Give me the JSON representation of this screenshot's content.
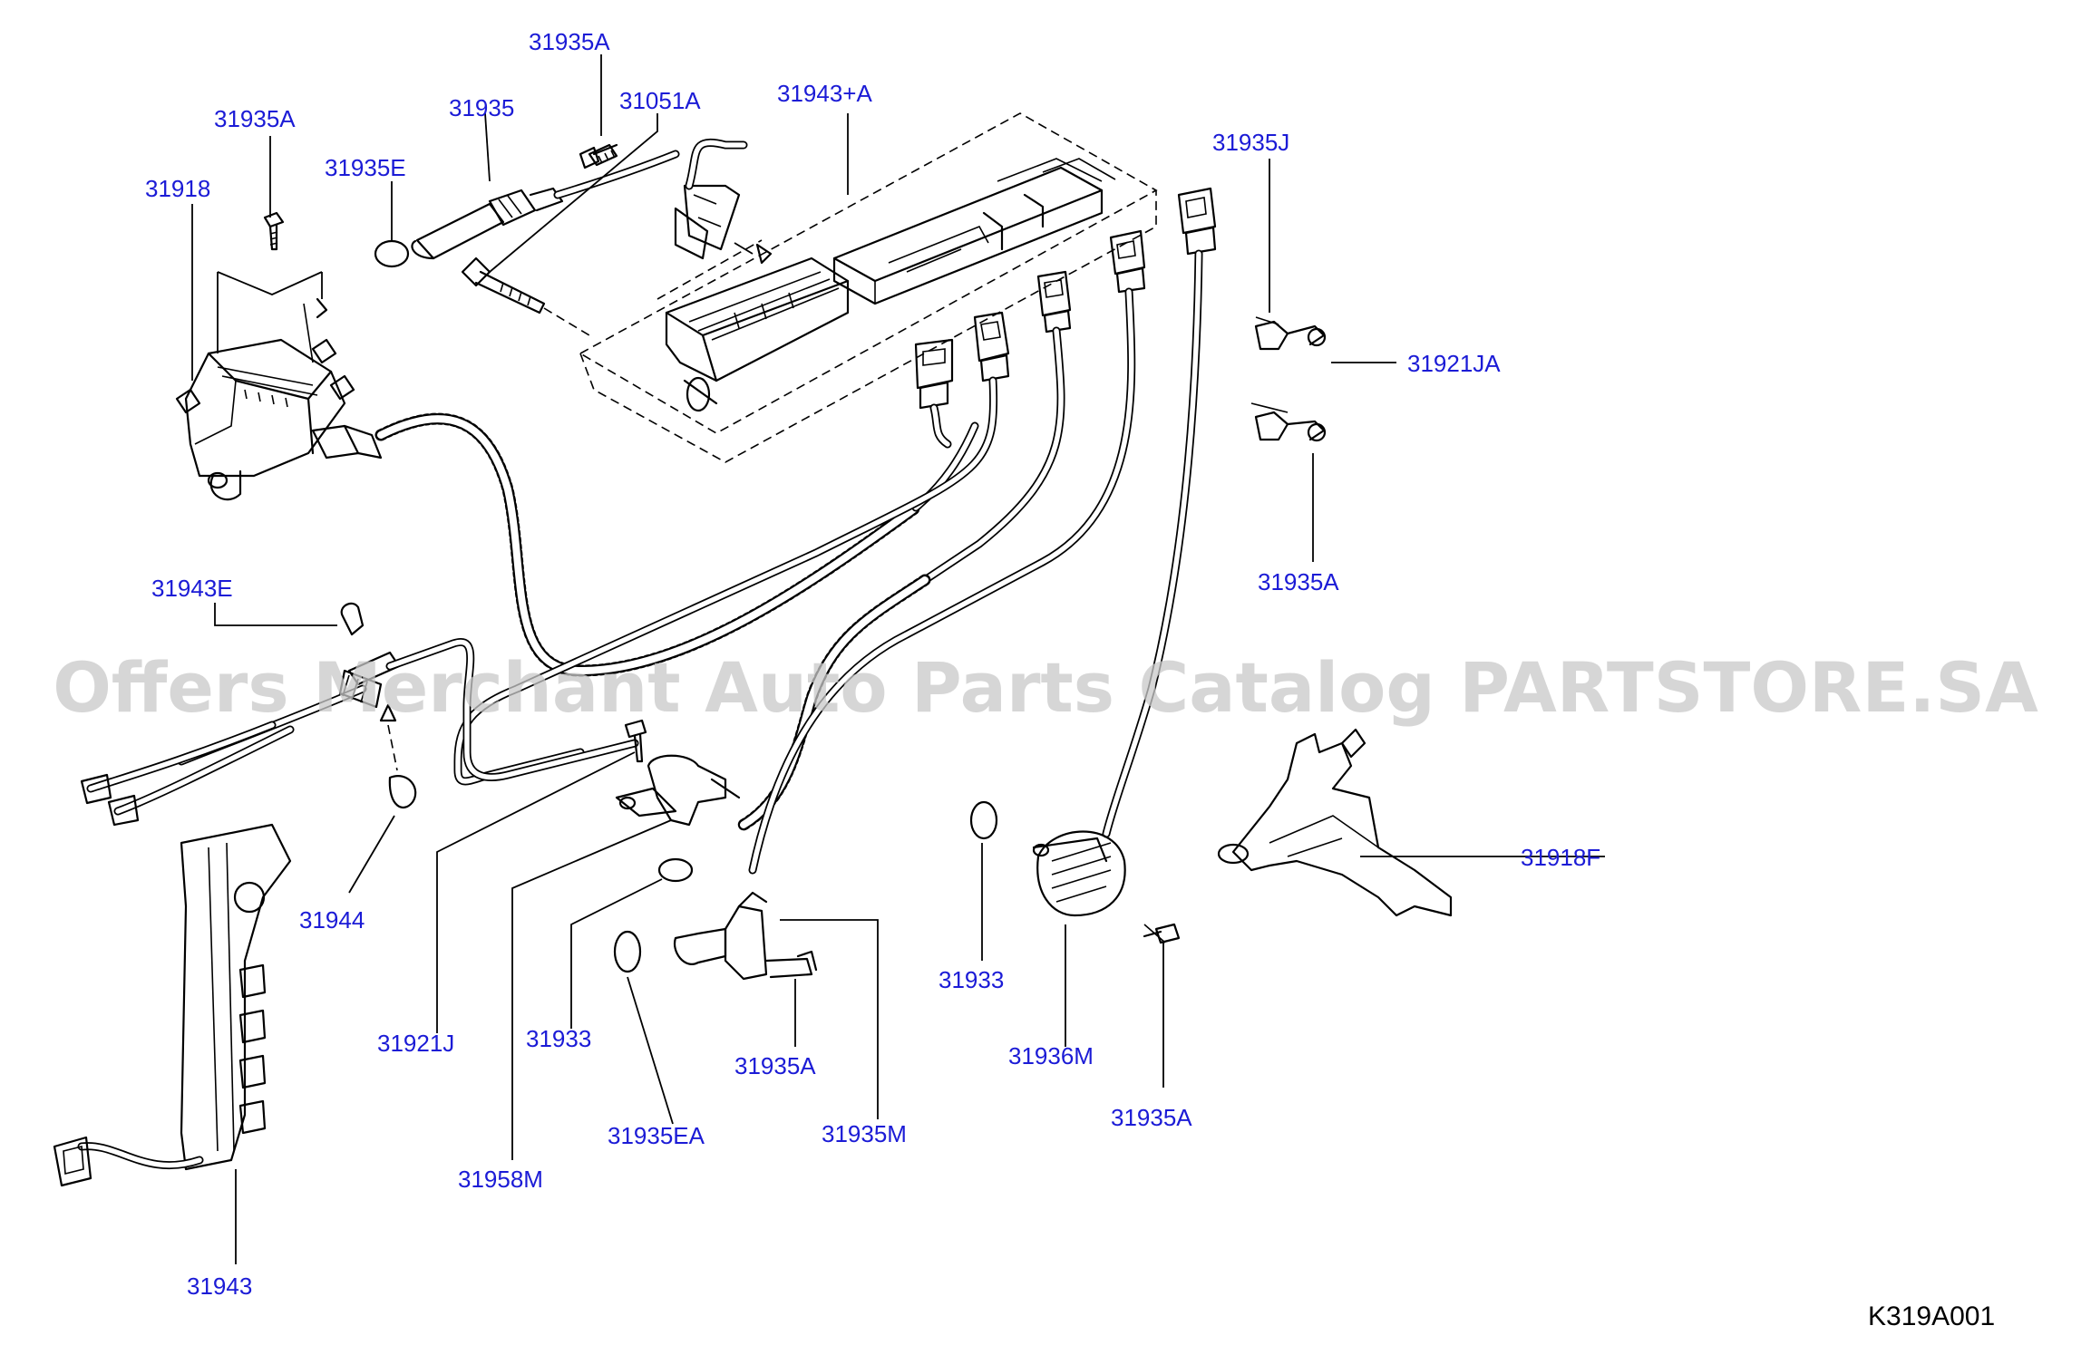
{
  "colors": {
    "label": "#1b1bd6",
    "line": "#000000",
    "watermark": "#c8c8c8",
    "background": "#ffffff"
  },
  "watermark": "Offers Merchant Auto Parts Catalog PARTSTORE.SA",
  "diagram_code": "K319A001",
  "labels": [
    {
      "id": "31935A-top",
      "text": "31935A"
    },
    {
      "id": "31935",
      "text": "31935"
    },
    {
      "id": "31051A",
      "text": "31051A"
    },
    {
      "id": "31943+A",
      "text": "31943+A"
    },
    {
      "id": "31935A-left",
      "text": "31935A"
    },
    {
      "id": "31935E",
      "text": "31935E"
    },
    {
      "id": "31918",
      "text": "31918"
    },
    {
      "id": "31935J",
      "text": "31935J"
    },
    {
      "id": "31921JA",
      "text": "31921JA"
    },
    {
      "id": "31935A-right",
      "text": "31935A"
    },
    {
      "id": "31943E",
      "text": "31943E"
    },
    {
      "id": "31918F",
      "text": "31918F"
    },
    {
      "id": "31944",
      "text": "31944"
    },
    {
      "id": "31933-right",
      "text": "31933"
    },
    {
      "id": "31921J",
      "text": "31921J"
    },
    {
      "id": "31933-mid",
      "text": "31933"
    },
    {
      "id": "31936M",
      "text": "31936M"
    },
    {
      "id": "31935A-bottom-mid",
      "text": "31935A"
    },
    {
      "id": "31935A-bottom-right",
      "text": "31935A"
    },
    {
      "id": "31935M",
      "text": "31935M"
    },
    {
      "id": "31935EA",
      "text": "31935EA"
    },
    {
      "id": "31958M",
      "text": "31958M"
    },
    {
      "id": "31943",
      "text": "31943"
    }
  ]
}
